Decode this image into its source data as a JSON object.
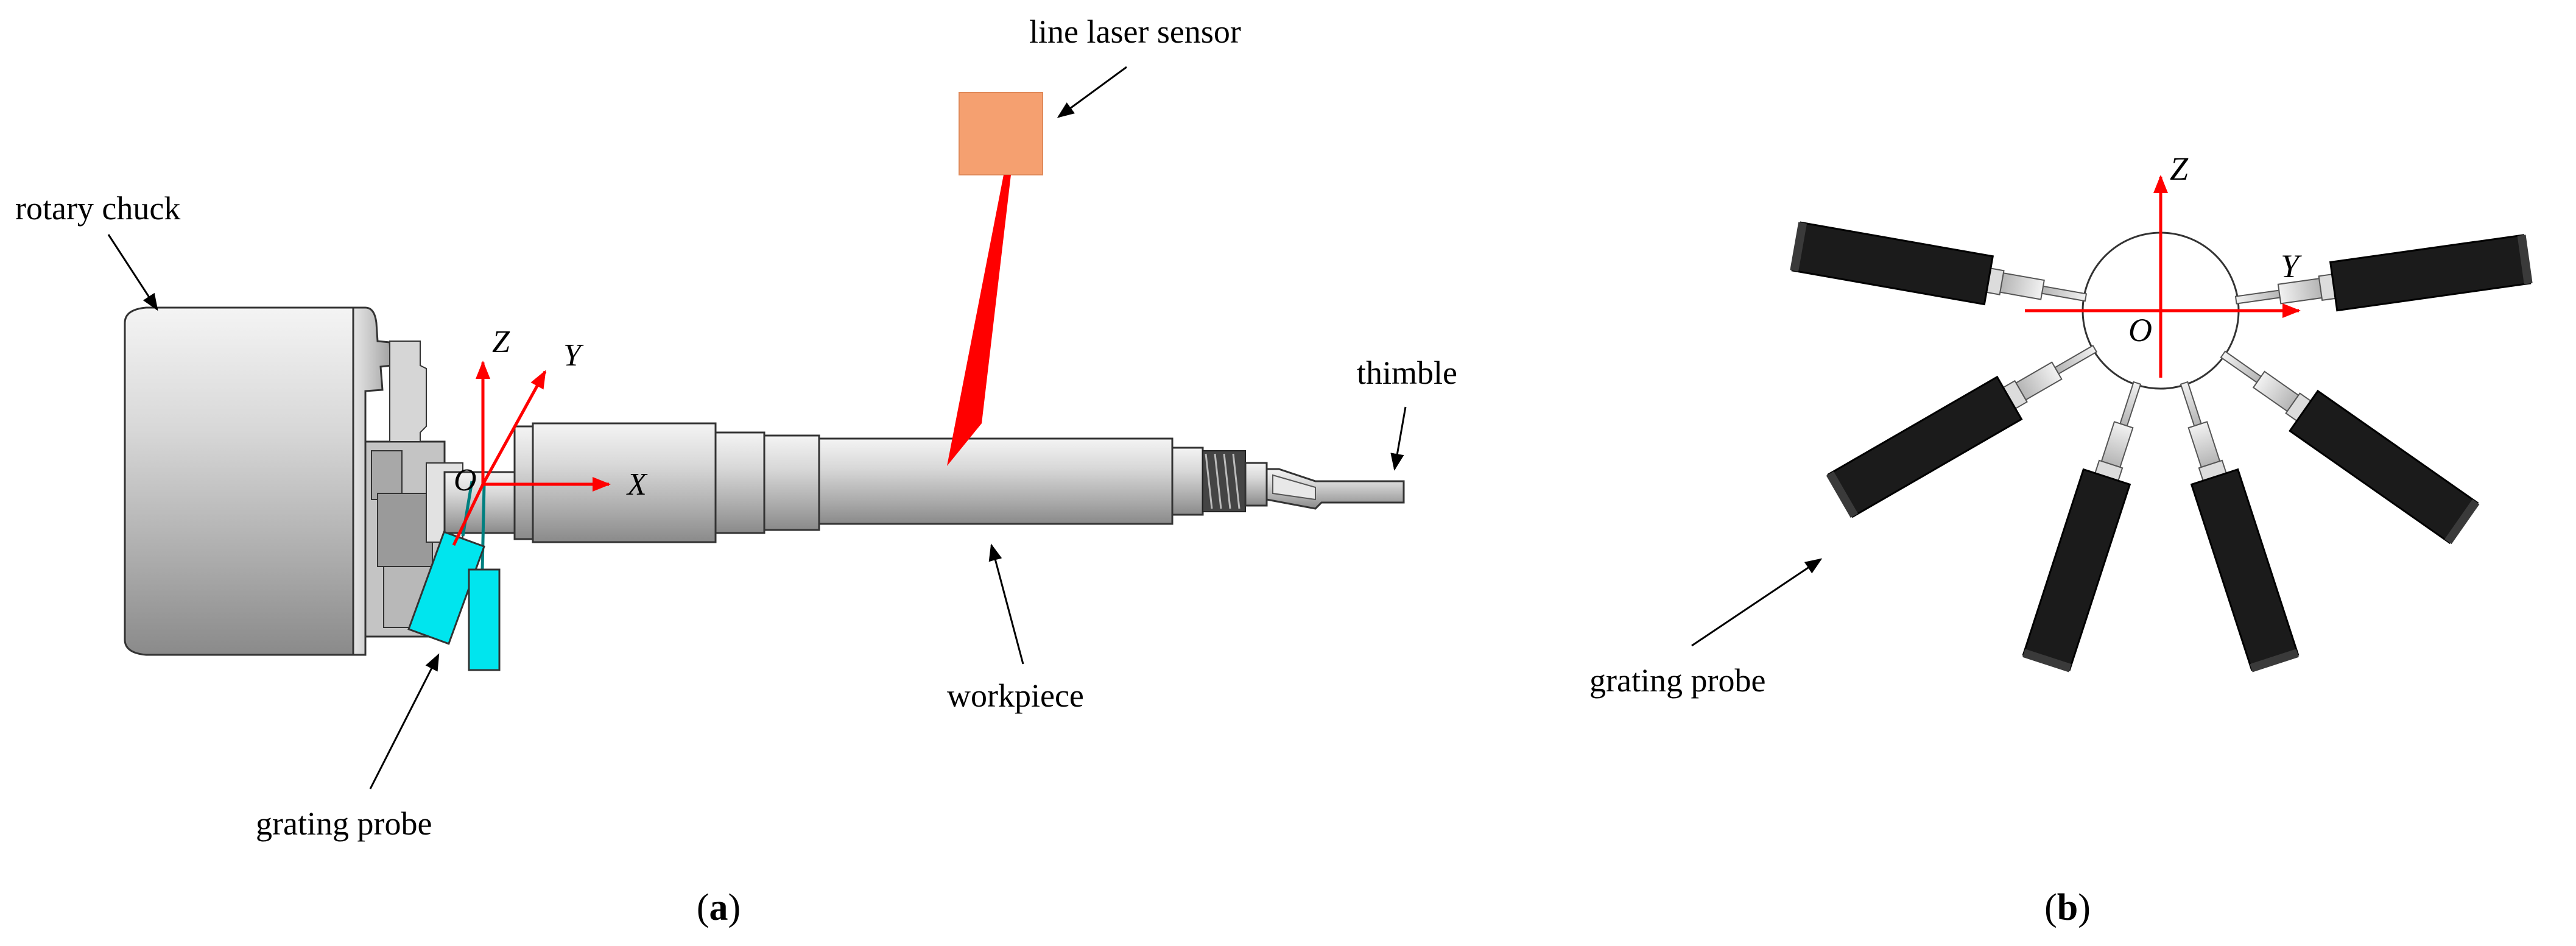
{
  "panel_a": {
    "caption_open": "(",
    "caption_letter": "a",
    "caption_close": ")",
    "labels": {
      "rotary_chuck": "rotary chuck",
      "line_laser_sensor": "line laser sensor",
      "thimble": "thimble",
      "workpiece": "workpiece",
      "grating_probe": "grating probe"
    },
    "axes": {
      "x": "X",
      "y": "Y",
      "z": "Z",
      "origin": "O"
    }
  },
  "panel_b": {
    "caption_open": "(",
    "caption_letter": "b",
    "caption_close": ")",
    "labels": {
      "grating_probe": "grating probe"
    },
    "axes": {
      "y": "Y",
      "z": "Z",
      "origin": "O"
    },
    "probe_count": 6
  },
  "colors": {
    "axis": "#ff0000",
    "laser_beam": "#ff0000",
    "laser_sensor": "#f5a070",
    "grating_probe_a": "#00e5ee",
    "grating_probe_b": "#1a1a1a",
    "metal": "#c8c8c8"
  }
}
